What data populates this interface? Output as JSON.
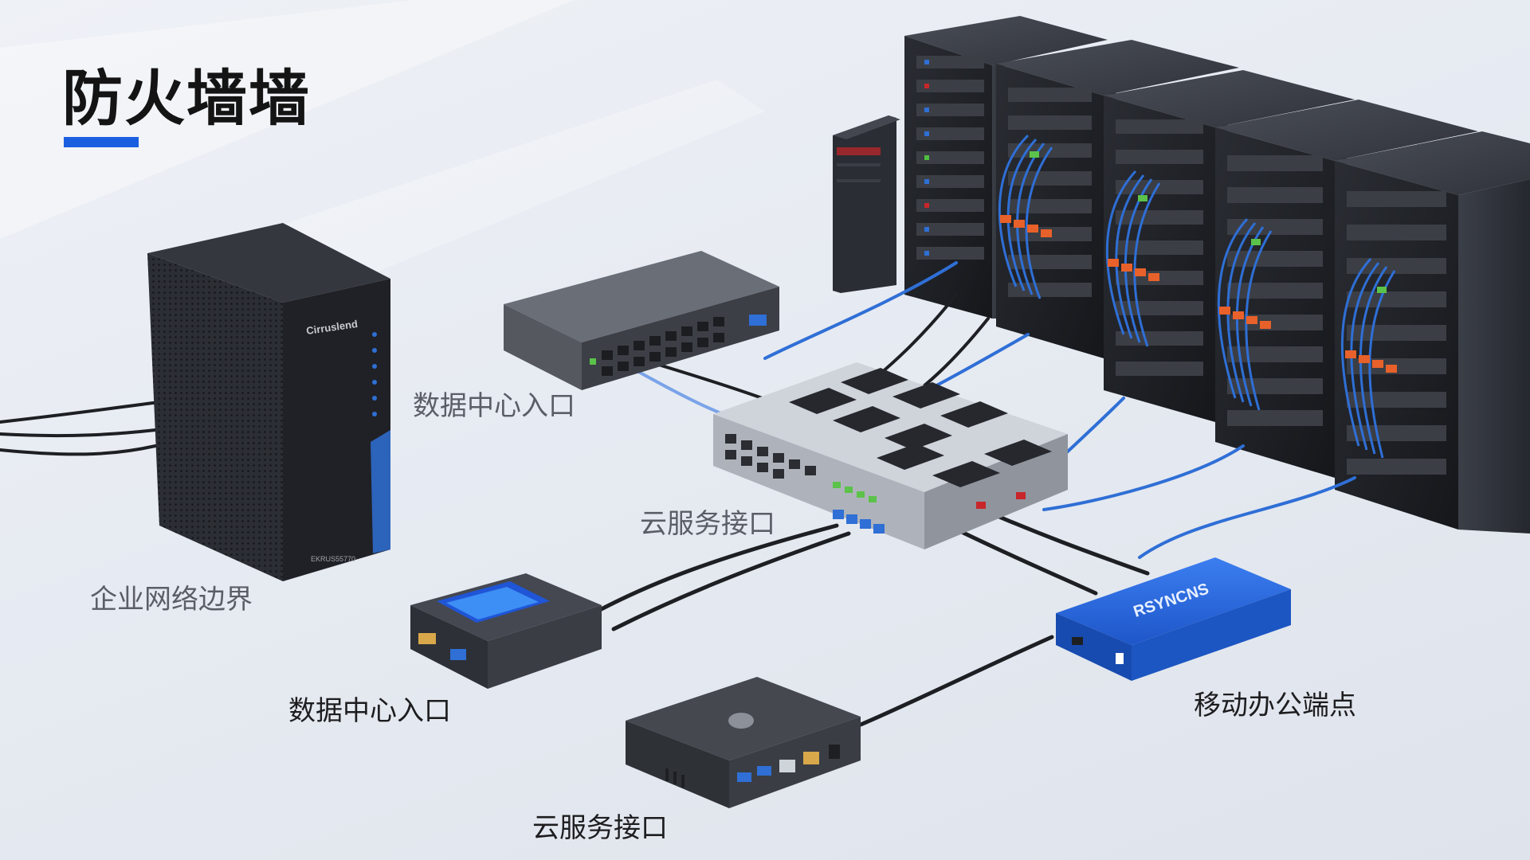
{
  "title": "防火墙墙",
  "colors": {
    "accent": "#1a5fe0",
    "cable_blue": "#2f6fd6",
    "device_dark": "#3a3d44",
    "device_blue": "#2563d8"
  },
  "labels": {
    "enterprise_boundary": "企业网络边界",
    "datacenter_entry_upper": "数据中心入口",
    "cloud_interface_upper": "云服务接口",
    "datacenter_entry_lower": "数据中心入口",
    "cloud_interface_lower": "云服务接口",
    "mobile_endpoint": "移动办公端点"
  },
  "device_text": {
    "tower_brand": "Cirruslend",
    "tower_model": "EKRUS55770",
    "blue_box_mark": "RSYNCNS"
  }
}
